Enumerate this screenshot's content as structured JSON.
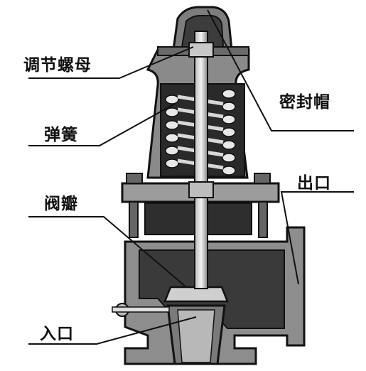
{
  "diagram": {
    "title": "",
    "labels": {
      "adjusting_nut": "调节螺母",
      "spring": "弹簧",
      "disc": "阀瓣",
      "inlet": "入口",
      "seal_cap": "密封帽",
      "outlet": "出口"
    }
  }
}
